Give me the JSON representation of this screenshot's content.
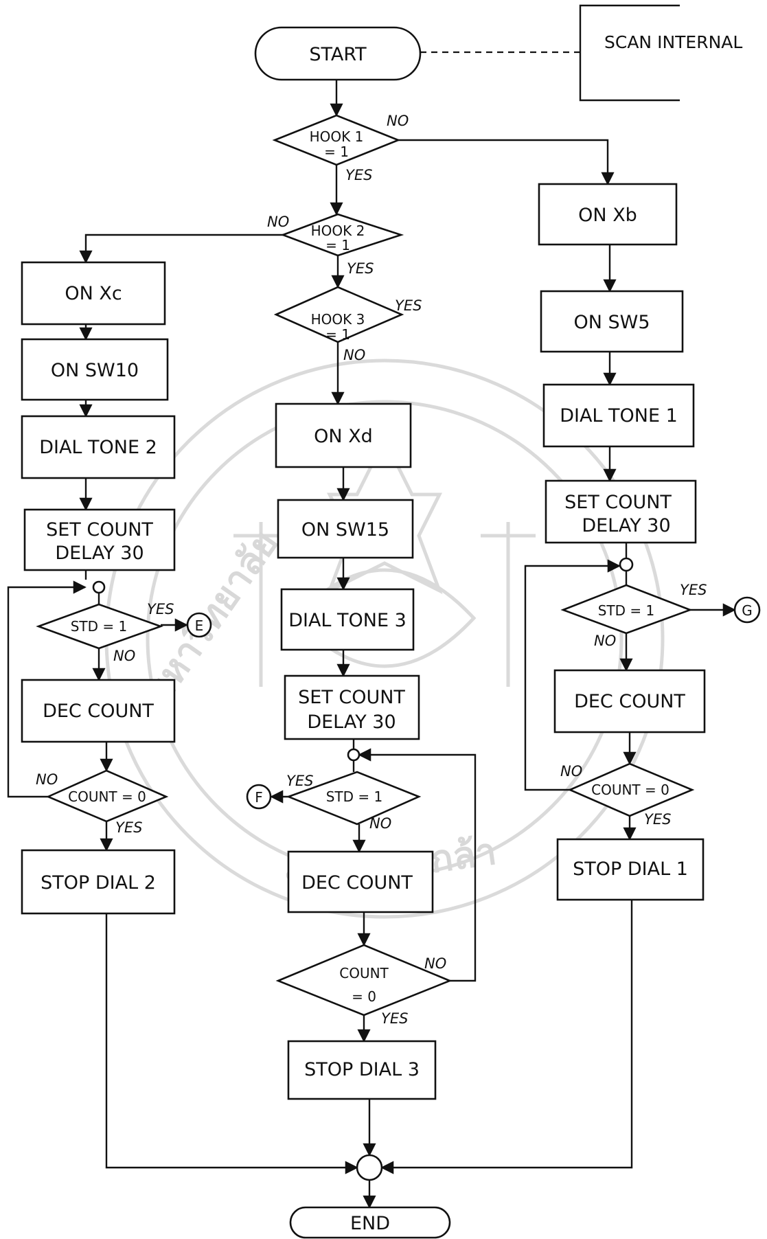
{
  "start": "START",
  "end": "END",
  "scan_internal": "SCAN INTERNAL",
  "hook1": {
    "line1": "HOOK 1",
    "line2": "= 1",
    "no": "NO",
    "yes": "YES"
  },
  "hook2": {
    "line1": "HOOK 2",
    "line2": "= 1",
    "no": "NO",
    "yes": "YES"
  },
  "hook3": {
    "line1": "HOOK 3",
    "line2": "= 1",
    "yes": "YES",
    "no": "NO"
  },
  "left": {
    "on_x": "ON Xc",
    "on_sw": "ON SW10",
    "dial_tone": "DIAL TONE 2",
    "set_count_1": "SET COUNT",
    "set_count_2": "DELAY 30",
    "std": "STD = 1",
    "std_yes": "YES",
    "std_no": "NO",
    "connector": "E",
    "dec_count": "DEC COUNT",
    "count": "COUNT = 0",
    "count_no": "NO",
    "count_yes": "YES",
    "stop": "STOP DIAL 2"
  },
  "middle": {
    "on_x": "ON Xd",
    "on_sw": "ON SW15",
    "dial_tone": "DIAL TONE 3",
    "set_count_1": "SET COUNT",
    "set_count_2": "DELAY 30",
    "std": "STD = 1",
    "std_yes": "YES",
    "std_no": "NO",
    "connector": "F",
    "dec_count": "DEC COUNT",
    "count_1": "COUNT",
    "count_2": "= 0",
    "count_no": "NO",
    "count_yes": "YES",
    "stop": "STOP DIAL 3"
  },
  "right": {
    "on_x": "ON Xb",
    "on_sw": "ON SW5",
    "dial_tone": "DIAL TONE 1",
    "set_count_1": "SET COUNT",
    "set_count_2": "DELAY 30",
    "std": "STD = 1",
    "std_yes": "YES",
    "std_no": "NO",
    "connector": "G",
    "dec_count": "DEC COUNT",
    "count": "COUNT = 0",
    "count_no": "NO",
    "count_yes": "YES",
    "stop": "STOP DIAL 1"
  },
  "colors": {
    "ink": "#111111",
    "watermark": "#d6d6d6",
    "paper": "#ffffff"
  }
}
